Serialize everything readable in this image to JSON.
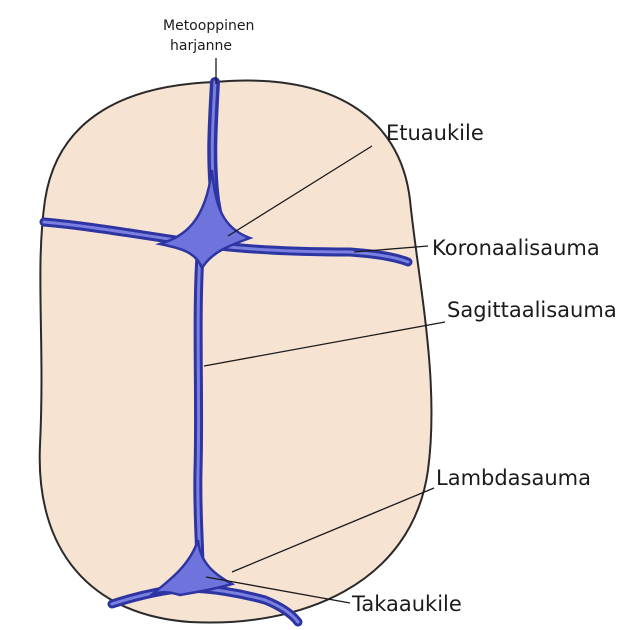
{
  "labels": {
    "metopic_line1": "Metooppinen",
    "metopic_line2": "harjanne",
    "anterior_fontanelle": "Etuaukile",
    "coronal_suture": "Koronaalisauma",
    "sagittal_suture": "Sagittaalisauma",
    "lambdoid_suture": "Lambdasauma",
    "posterior_fontanelle": "Takaaukile"
  },
  "colors": {
    "skull_fill": "#f6e3d2",
    "skull_outline": "#2a2a2a",
    "suture_dark": "#2d35a3",
    "suture_light": "#7b7fe0",
    "fontanelle_fill": "#6f74dc",
    "text": "#1b1b1b"
  }
}
